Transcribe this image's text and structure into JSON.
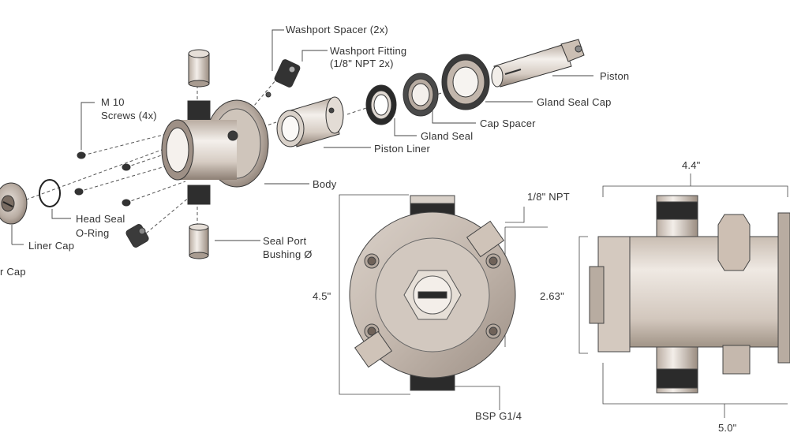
{
  "exploded_labels": {
    "washport_spacer": "Washport Spacer (2x)",
    "washport_fitting_1": "Washport Fitting",
    "washport_fitting_2": "(1/8\" NPT 2x)",
    "piston": "Piston",
    "gland_seal_cap": "Gland Seal Cap",
    "cap_spacer": "Cap Spacer",
    "gland_seal": "Gland Seal",
    "piston_liner": "Piston Liner",
    "m_screw_1": "M 10",
    "m_screw_2": "Screws (4x)",
    "body": "Body",
    "head_seal": "Head Seal",
    "o_ring": "O-Ring",
    "liner_cap": "Liner Cap",
    "end_cap": "r Cap",
    "seal_port_1": "Seal Port",
    "seal_port_2": "Bushing Ø"
  },
  "dimension_labels": {
    "npt": "1/8\" NPT",
    "diameter_left": "4.5\"",
    "diameter_inner": "2.63\"",
    "bsp": "BSP G1/4",
    "side_width": "4.4\"",
    "side_length": "5.0\""
  },
  "colors": {
    "metal_light": "#ece7e2",
    "metal_mid": "#c8bdb3",
    "metal_dark": "#8f8278",
    "rubber": "#2b2b2b",
    "line": "#444444"
  }
}
